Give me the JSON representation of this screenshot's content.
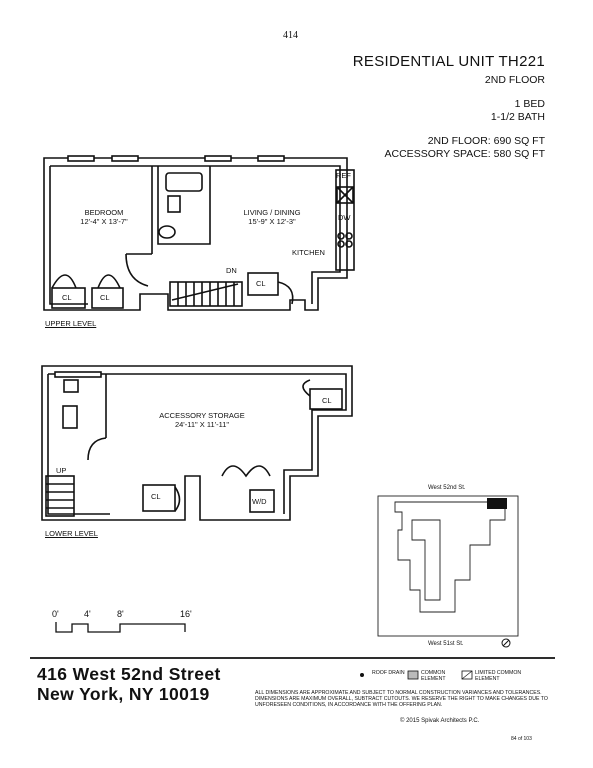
{
  "page_number": "414",
  "header": {
    "title": "RESIDENTIAL UNIT TH221",
    "floor": "2ND FLOOR",
    "beds": "1 BED",
    "baths": "1-1/2 BATH",
    "area_floor": "2ND FLOOR: 690 SQ FT",
    "area_accessory": "ACCESSORY SPACE: 580 SQ FT"
  },
  "upper_level": {
    "label": "UPPER LEVEL",
    "bedroom": {
      "name": "BEDROOM",
      "dims": "12'-4\" X 13'-7\""
    },
    "living": {
      "name": "LIVING / DINING",
      "dims": "15'-9\" X 12'-3\""
    },
    "kitchen": "KITCHEN",
    "ref": "REF",
    "dw": "DW",
    "dn": "DN",
    "closets": [
      "CL",
      "CL",
      "CL"
    ]
  },
  "lower_level": {
    "label": "LOWER LEVEL",
    "storage": {
      "name": "ACCESSORY STORAGE",
      "dims": "24'-11\" X 11'-11\""
    },
    "up": "UP",
    "wd": "W/D",
    "closets": [
      "CL",
      "CL"
    ]
  },
  "scale_bar": {
    "ticks": [
      "0'",
      "4'",
      "8'",
      "16'"
    ]
  },
  "key_plan": {
    "north_street": "West 52nd St.",
    "south_street": "West 51st St."
  },
  "address": {
    "line1": "416 West 52nd Street",
    "line2": "New York, NY 10019"
  },
  "legend": {
    "roof_drain": "ROOF DRAIN",
    "common_element": "COMMON ELEMENT",
    "limited_common_element": "LIMITED COMMON ELEMENT"
  },
  "disclaimer": "ALL DIMENSIONS ARE APPROXIMATE AND SUBJECT TO NORMAL CONSTRUCTION VARIANCES AND TOLERANCES. DIMENSIONS ARE MAXIMUM OVERALL, SUBTRACT CUTOUTS. WE RESERVE THE RIGHT TO MAKE CHANGES DUE TO UNFORESEEN CONDITIONS, IN ACCORDANCE WITH THE OFFERING PLAN.",
  "copyright": "© 2015 Spivak Architects P.C.",
  "page_footer": "84 of 103"
}
